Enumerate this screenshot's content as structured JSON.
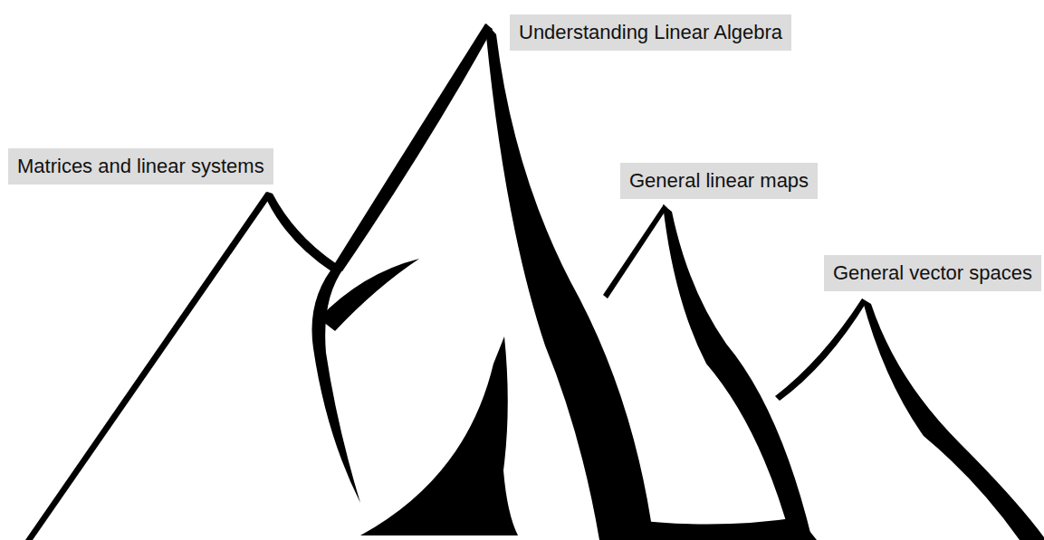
{
  "diagram": {
    "nodes": [
      {
        "text": [
          "Understanding Linear Algebra"
        ]
      },
      {
        "text": [
          "Matrices and linear systems"
        ]
      },
      {
        "text": [
          "General linear maps"
        ]
      },
      {
        "text": [
          "General vector spaces"
        ]
      }
    ]
  }
}
